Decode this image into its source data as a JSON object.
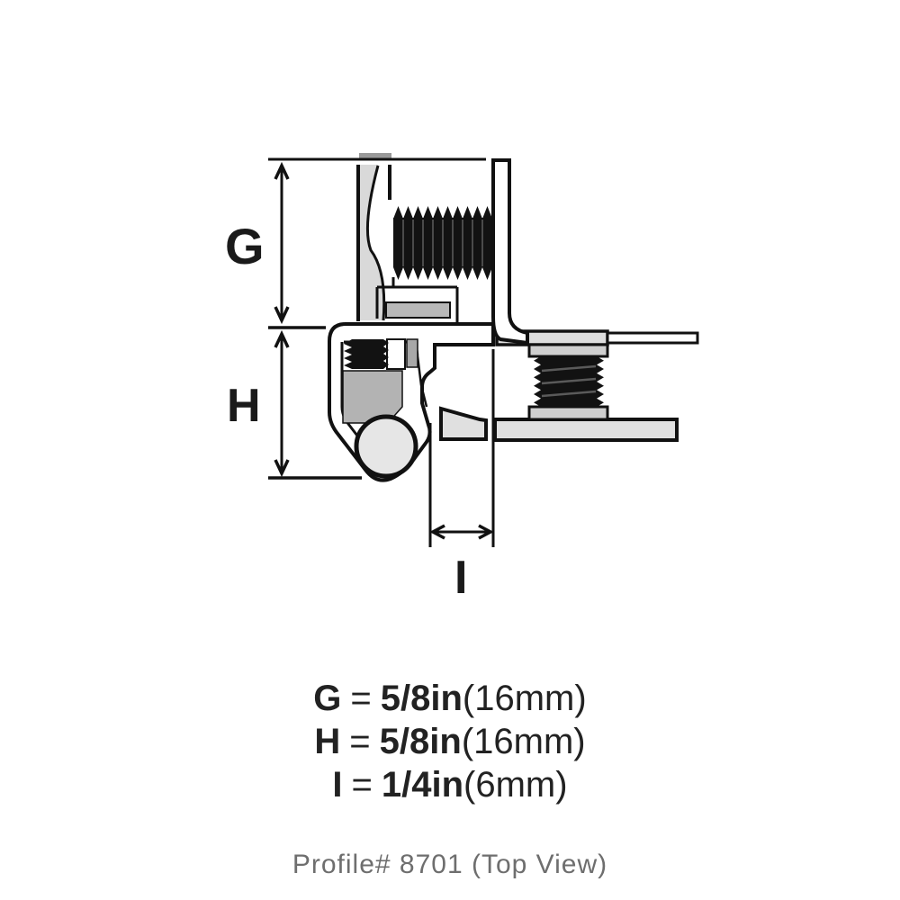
{
  "diagram": {
    "dim_g_label": "G",
    "dim_h_label": "H",
    "dim_i_label": "I"
  },
  "legend": {
    "rows": [
      {
        "label": "G",
        "eq": "=",
        "inches": "5/8in",
        "metric": "(16mm)"
      },
      {
        "label": "H",
        "eq": "=",
        "inches": "5/8in",
        "metric": "(16mm)"
      },
      {
        "label": "I",
        "eq": "=",
        "inches": "1/4in",
        "metric": "(6mm)"
      }
    ]
  },
  "caption": "Profile# 8701 (Top View)",
  "colors": {
    "line": "#111111",
    "light_gray": "#e0e0e0",
    "medium_gray": "#b3b3b3",
    "wall_gray": "#d9d9d9",
    "caption_gray": "#6e6e6e",
    "thread_black": "#121212"
  }
}
